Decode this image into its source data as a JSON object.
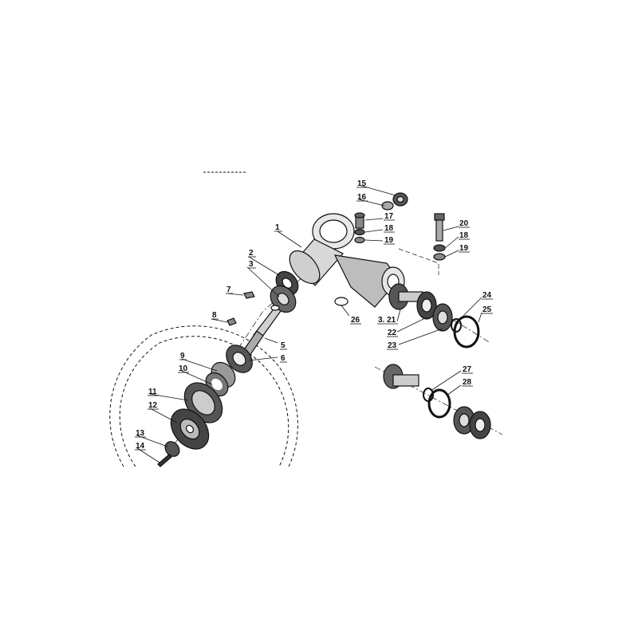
{
  "callouts": {
    "c1": "1",
    "c2": "2",
    "c3": "3",
    "c5": "5",
    "c6": "6",
    "c7": "7",
    "c8": "8",
    "c9": "9",
    "c10": "10",
    "c11": "11",
    "c12": "12",
    "c13": "13",
    "c14": "14",
    "c15": "15",
    "c16": "16",
    "c17": "17",
    "c18a": "18",
    "c18b": "18",
    "c19a": "19",
    "c19b": "19",
    "c20": "20",
    "c21": "3. 21",
    "c22": "22",
    "c23": "23",
    "c24": "24",
    "c25": "25",
    "c26": "26",
    "c27": "27",
    "c28": "28"
  }
}
